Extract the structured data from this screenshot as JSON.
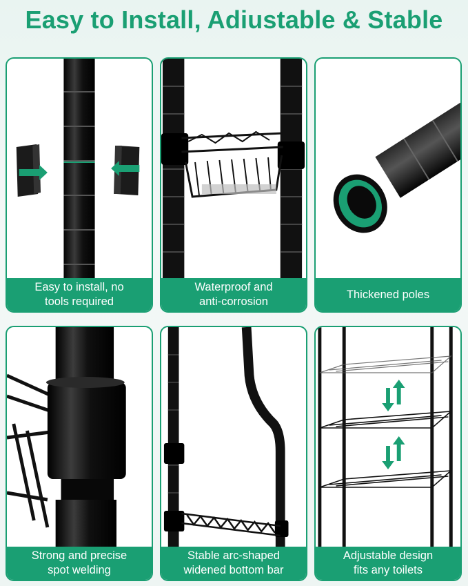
{
  "header": {
    "title": "Easy to Install, Adiustable & Stable"
  },
  "colors": {
    "accent": "#1a9f73",
    "pole": "#111111",
    "background": "#eef5f3"
  },
  "features": [
    {
      "caption": "Easy to install, no\ntools required",
      "icon": "pole-clip-illustration"
    },
    {
      "caption": "Waterproof and\nanti-corrosion",
      "icon": "wire-basket-illustration"
    },
    {
      "caption": "Thickened poles",
      "icon": "pole-end-illustration"
    },
    {
      "caption": "Strong and precise\nspot welding",
      "icon": "weld-joint-illustration"
    },
    {
      "caption": "Stable arc-shaped\nwidened bottom bar",
      "icon": "arc-bar-illustration"
    },
    {
      "caption": "Adjustable design\nfits any toilets",
      "icon": "adjustable-shelves-illustration"
    }
  ]
}
